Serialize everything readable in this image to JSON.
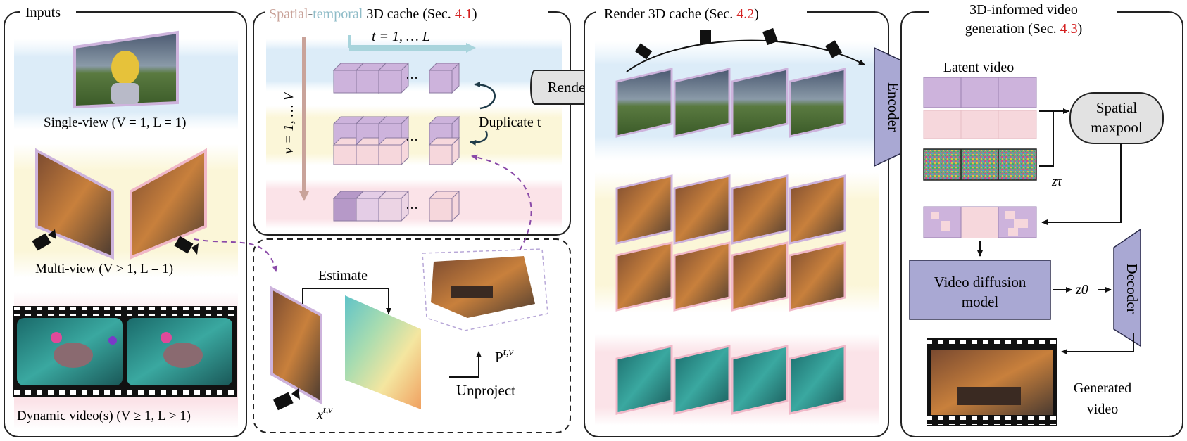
{
  "panels": {
    "inputs": {
      "title": "Inputs",
      "single_view": "Single-view (V = 1, L = 1)",
      "multi_view": "Multi-view (V > 1, L = 1)",
      "dynamic": "Dynamic video(s) (V ≥ 1, L > 1)"
    },
    "cache": {
      "title_spatial": "Spatial",
      "title_dash": "-",
      "title_temporal": "temporal",
      "title_rest": " 3D cache (Sec. ",
      "title_ref": "4.1",
      "title_close": ")",
      "t_axis": "t = 1, … L",
      "v_axis": "v = 1, … V",
      "duplicate": "Duplicate t",
      "ellipsis": "…"
    },
    "estimate": {
      "estimate": "Estimate",
      "unproject": "Unproject",
      "x_label": "x",
      "x_sup": "t,v",
      "p_label": "P",
      "p_sup": "t,v"
    },
    "render": {
      "title_rest": "Render 3D cache (Sec. ",
      "title_ref": "4.2",
      "title_close": ")",
      "render_bubble": "Render",
      "encoder": "Encoder"
    },
    "generation": {
      "title_line1": "3D-informed video",
      "title_line2_rest": "generation (Sec. ",
      "title_ref": "4.3",
      "title_close": ")",
      "latent_video": "Latent video",
      "maxpool_line1": "Spatial",
      "maxpool_line2": "maxpool",
      "z_tau": "zτ",
      "diffusion_line1": "Video diffusion",
      "diffusion_line2": "model",
      "z0": "z0",
      "decoder": "Decoder",
      "generated_line1": "Generated",
      "generated_line2": "video"
    }
  },
  "colors": {
    "ref_red": "#d42020",
    "spatial": "#c9a39a",
    "temporal": "#8fbcc8",
    "purple_block": "#cdb3dc",
    "pink_block": "#f6d7dc",
    "nn_block": "#a9a8d3",
    "blue_band": "#dcecf8",
    "yellow_band": "#fbf6d8",
    "pink_band": "#fbe3e8",
    "dashed_purple": "#8a4aa8"
  }
}
